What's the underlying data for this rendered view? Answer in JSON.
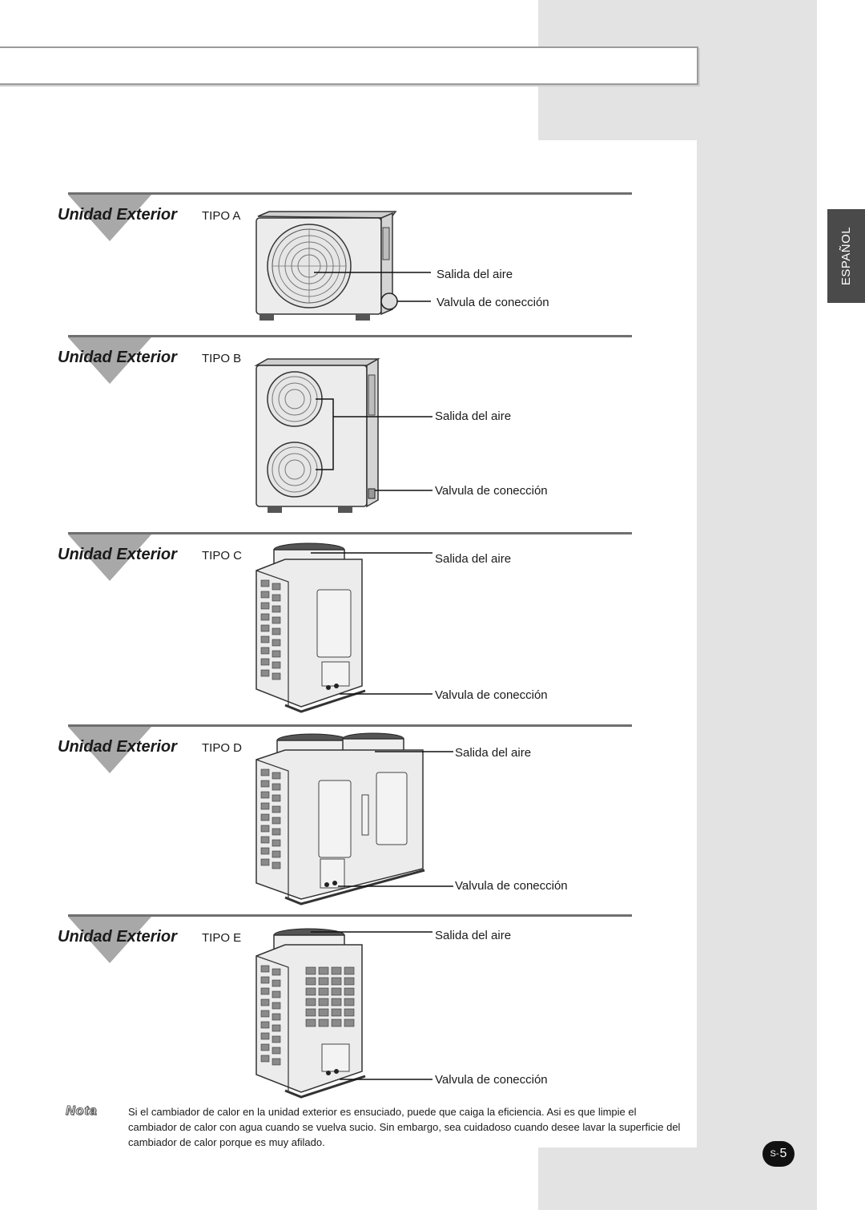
{
  "sidebar": {
    "language": "ESPAÑOL"
  },
  "sections": [
    {
      "title": "Unidad Exterior",
      "type": "TIPO A",
      "outlet": "Salida del aire",
      "valve": "Valvula de conección"
    },
    {
      "title": "Unidad Exterior",
      "type": "TIPO B",
      "outlet": "Salida del aire",
      "valve": "Valvula de conección"
    },
    {
      "title": "Unidad Exterior",
      "type": "TIPO C",
      "outlet": "Salida del aire",
      "valve": "Valvula de conección"
    },
    {
      "title": "Unidad Exterior",
      "type": "TIPO D",
      "outlet": "Salida del aire",
      "valve": "Valvula de conección"
    },
    {
      "title": "Unidad Exterior",
      "type": "TIPO E",
      "outlet": "Salida del aire",
      "valve": "Valvula de conección"
    }
  ],
  "note": {
    "label": "Nota",
    "text": "Si el cambiador de calor en la unidad exterior es ensuciado, puede que caiga la eficiencia. Asi es que limpie el cambiador de calor con agua cuando se vuelva sucio. Sin embargo, sea cuidadoso cuando desee lavar la superficie del cambiador de calor porque es muy afilado."
  },
  "page": {
    "prefix": "S-",
    "number": "5"
  }
}
